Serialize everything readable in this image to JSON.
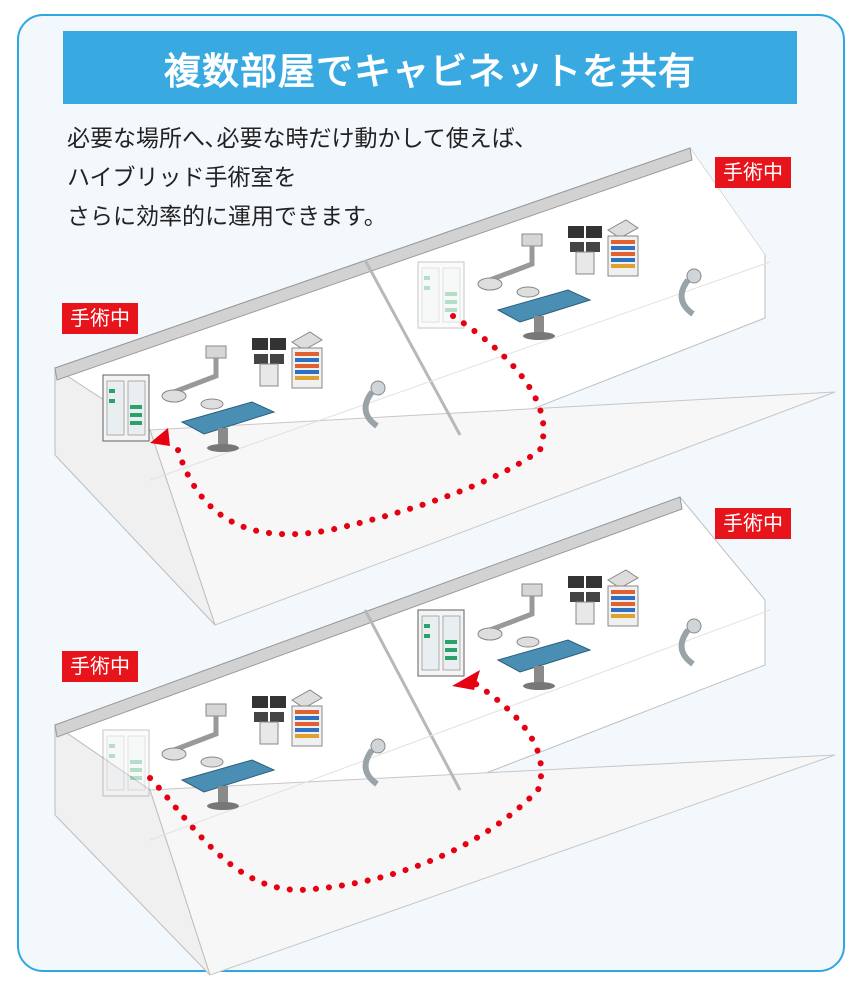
{
  "title": "複数部屋でキャビネットを共有",
  "description": [
    "必要な場所へ､必要な時だけ動かして使えば､",
    "ハイブリッド手術室を",
    "さらに効率的に運用できます。"
  ],
  "badges": {
    "top_right": "手術中",
    "top_left": "手術中",
    "bottom_right": "手術中",
    "bottom_left": "手術中"
  },
  "colors": {
    "border": "#2ea7e0",
    "banner": "#38a9e1",
    "badge": "#e8141b",
    "dots": "#e60012"
  }
}
